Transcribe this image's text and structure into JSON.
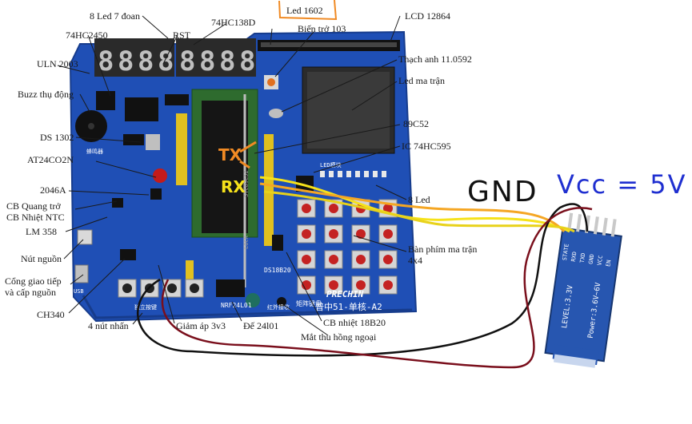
{
  "board": {
    "brand": "PRECHIN",
    "model": "普中51-单核-A2",
    "seven_segment_digits": [
      "8",
      "8",
      "8",
      "8",
      "8",
      "8",
      "8",
      "8"
    ],
    "led_block_label": "LED模块",
    "chip_label": "STC89C52",
    "socket_label": "LOCK",
    "ds18b20_label": "DS18B20",
    "nrf_label": "NRF24L01",
    "matrix_key_label": "矩阵键盘",
    "ir_label": "红外接收",
    "independent_key_label": "独立按键",
    "buzzer_label": "蜂鸣器",
    "usb_label": "USB"
  },
  "annotations": {
    "led_7_segment": "8 Led 7 đoan",
    "hc2450": "74HC2450",
    "rst": "RST",
    "hc138d": "74HC138D",
    "led_1602": "Led 1602",
    "bien_tro": "Biến trở 103",
    "lcd_12864": "LCD 12864",
    "uln2003": "ULN 2003",
    "thach_anh": "Thạch anh 11.0592",
    "buzz": "Buzz thụ động",
    "led_matrix": "Led ma trận",
    "ds1302": "DS 1302",
    "ic_89c52": "89C52",
    "at24c02n": "AT24CO2N",
    "ic_74hc595": "IC 74HC595",
    "ic_2046a": "2046A",
    "cb_quang_tro": "CB Quang trở",
    "cb_nhiet_ntc": "CB Nhiệt NTC",
    "led_8": "8 Led",
    "lm358": "LM 358",
    "nut_nguon": "Nút nguồn",
    "ban_phim_1": "Bàn phím ma trận",
    "ban_phim_2": "4x4",
    "cong_giao_tiep_1": "Cổng giao tiếp",
    "cong_giao_tiep_2": "và cấp nguồn",
    "ch340": "CH340",
    "nut_nhan_4": "4 nút nhấn",
    "giam_ap": "Giảm áp 3v3",
    "de_24l01": "Đế 24l01",
    "cb_nhiet_18b20": "CB nhiệt 18B20",
    "mat_thu": "Mắt thu hồng ngoại"
  },
  "handwriting": {
    "gnd": "GND",
    "vcc": "Vcc = 5V",
    "tx": "TX",
    "rx": "RX"
  },
  "bluetooth_module": {
    "pins": [
      "STATE",
      "RXD",
      "TXD",
      "GND",
      "VCC",
      "EN"
    ],
    "level": "LEVEL:3.3V",
    "power": "Power:3.6V~6V"
  },
  "colors": {
    "pcb": "#1f4fb5",
    "pcb_dark": "#173c8c",
    "label_line": "#1a1a1a",
    "wire_yellow": "#f6e21a",
    "wire_orange": "#f5a623",
    "wire_black": "#111111",
    "wire_red": "#7a0f1c",
    "annotation_red": "#d11f1f",
    "annotation_orange": "#f08a24",
    "handwriting_blue": "#1f2fd0",
    "handwriting_black": "#111111"
  }
}
